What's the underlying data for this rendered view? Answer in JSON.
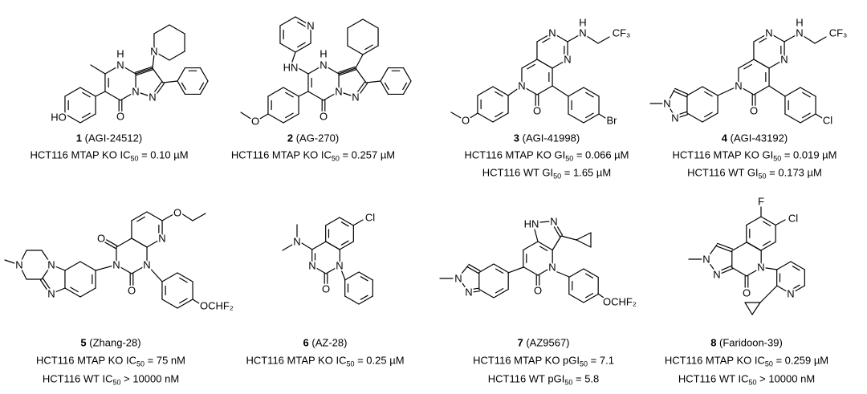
{
  "compounds": [
    {
      "number": "1",
      "name": " (AGI-24512)",
      "atoms": [
        "H",
        "N",
        "N",
        "N",
        "O",
        "HO",
        "N"
      ],
      "activities": [
        {
          "prefix": "HCT116 MTAP KO ",
          "metric": "IC",
          "sub": "50",
          "value": " = 0.10 µM"
        }
      ]
    },
    {
      "number": "2",
      "name": " (AG-270)",
      "atoms": [
        "H",
        "N",
        "N",
        "N",
        "O",
        "HN",
        "N",
        "O"
      ],
      "activities": [
        {
          "prefix": "HCT116 MTAP KO ",
          "metric": "IC",
          "sub": "50",
          "value": " = 0.257 µM"
        }
      ]
    },
    {
      "number": "3",
      "name": " (AGI-41998)",
      "atoms": [
        "N",
        "N",
        "N",
        "O",
        "H",
        "N",
        "CF₃",
        "Br",
        "O"
      ],
      "activities": [
        {
          "prefix": "HCT116 MTAP KO ",
          "metric": "GI",
          "sub": "50",
          "value": " = 0.066 µM"
        },
        {
          "prefix": "HCT116 WT ",
          "metric": "GI",
          "sub": "50",
          "value": " = 1.65 µM"
        }
      ]
    },
    {
      "number": "4",
      "name": " (AGI-43192)",
      "atoms": [
        "N",
        "N",
        "N",
        "O",
        "H",
        "N",
        "CF₃",
        "Cl",
        "N",
        "N"
      ],
      "activities": [
        {
          "prefix": "HCT116 MTAP KO ",
          "metric": "GI",
          "sub": "50",
          "value": " = 0.019 µM"
        },
        {
          "prefix": "HCT116 WT ",
          "metric": "GI",
          "sub": "50",
          "value": " = 0.173 µM"
        }
      ]
    },
    {
      "number": "5",
      "name": " (Zhang-28)",
      "atoms": [
        "O",
        "O",
        "N",
        "N",
        "N",
        "O",
        "OCHF₂",
        "N",
        "N",
        "N"
      ],
      "activities": [
        {
          "prefix": "HCT116 MTAP KO ",
          "metric": "IC",
          "sub": "50",
          "value": " = 75 nM"
        },
        {
          "prefix": "HCT116 WT ",
          "metric": "IC",
          "sub": "50",
          "value": " > 10000 nM"
        }
      ]
    },
    {
      "number": "6",
      "name": " (AZ-28)",
      "atoms": [
        "Cl",
        "N",
        "N",
        "N",
        "O"
      ],
      "activities": [
        {
          "prefix": "HCT116 MTAP KO ",
          "metric": "IC",
          "sub": "50",
          "value": " = 0.25 µM"
        }
      ]
    },
    {
      "number": "7",
      "name": " (AZ9567)",
      "atoms": [
        "HN",
        "N",
        "N",
        "O",
        "OCHF₂",
        "N",
        "N"
      ],
      "activities": [
        {
          "prefix": "HCT116 MTAP KO ",
          "metric": "pGI",
          "sub": "50",
          "value": " = 7.1"
        },
        {
          "prefix": "HCT116 WT ",
          "metric": "pGI",
          "sub": "50",
          "value": " = 5.8"
        }
      ]
    },
    {
      "number": "8",
      "name": " (Faridoon-39)",
      "atoms": [
        "F",
        "Cl",
        "N",
        "O",
        "N",
        "N",
        "N"
      ],
      "activities": [
        {
          "prefix": "HCT116 MTAP KO ",
          "metric": "IC",
          "sub": "50",
          "value": " = 0.259 µM"
        },
        {
          "prefix": "HCT116 WT ",
          "metric": "IC",
          "sub": "50",
          "value": " > 10000 nM"
        }
      ]
    }
  ]
}
